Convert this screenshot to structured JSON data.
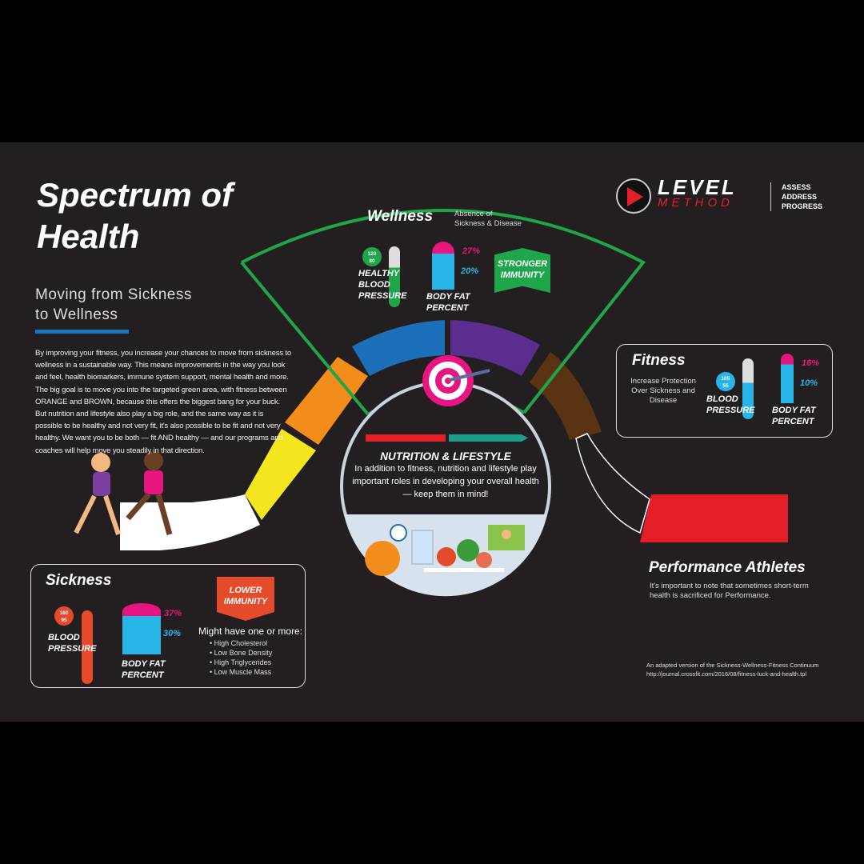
{
  "title": "Spectrum of Health",
  "title_line1": "Spectrum of",
  "title_line2": "Health",
  "subtitle_line1": "Moving from Sickness",
  "subtitle_line2": "to Wellness",
  "intro": "By improving your fitness, you increase your chances to move from sickness to wellness in a sustainable way. This means improvements in the way you look and feel, health biomarkers, immune system support, mental health and more. The big goal is to move you into the targeted green area, with fitness between ORANGE and BROWN, because this offers the biggest bang for your buck. But nutrition and lifestyle also play a big role, and the same way as it is possible to be healthy and not very fit, it's also possible to be fit and not very healthy. We want you to be both — fit AND healthy — and our programs and coaches will help move you steadily in that direction.",
  "logo": {
    "line1": "LEVEL",
    "line2": "METHOD",
    "tag1": "ASSESS",
    "tag2": "ADDRESS",
    "tag3": "PROGRESS"
  },
  "wellness": {
    "title": "Wellness",
    "desc1": "Absence of",
    "desc2": "Sickness & Disease",
    "bp_top": "120",
    "bp_bottom": "80",
    "bp_label1": "HEALTHY",
    "bp_label2": "BLOOD",
    "bp_label3": "PRESSURE",
    "fat_high": "27%",
    "fat_low": "20%",
    "fat_label1": "BODY FAT",
    "fat_label2": "PERCENT",
    "immunity1": "STRONGER",
    "immunity2": "IMMUNITY"
  },
  "fitness": {
    "title": "Fitness",
    "desc": "Increase Protection Over Sickness and Disease",
    "bp_top": "105",
    "bp_bottom": "55",
    "bp_label1": "BLOOD",
    "bp_label2": "PRESSURE",
    "fat_high": "16%",
    "fat_low": "10%",
    "fat_label1": "BODY FAT",
    "fat_label2": "PERCENT"
  },
  "sickness": {
    "title": "Sickness",
    "bp_top": "160",
    "bp_bottom": "95",
    "bp_label1": "BLOOD",
    "bp_label2": "PRESSURE",
    "fat_high": "37%",
    "fat_low": "30%",
    "fat_label1": "BODY FAT",
    "fat_label2": "PERCENT",
    "immunity1": "LOWER",
    "immunity2": "IMMUNITY",
    "might": "Might have one or more:",
    "list": [
      "• High Cholesterol",
      "• Low Bone Density",
      "• High Triglycerides",
      "• Low Muscle Mass"
    ]
  },
  "nutrition": {
    "title": "NUTRITION & LIFESTYLE",
    "text": "In addition to fitness, nutrition and lifestyle play important roles in developing your overall health — keep them in mind!"
  },
  "performance": {
    "title": "Performance Athletes",
    "text": "It's important to note that sometimes short-term health is sacrificed for Performance."
  },
  "credit": {
    "line1": "An adapted version of the Sickness-Wellness-Fitness Continuum",
    "line2": "http://journal.crossfit.com/2016/08/fitness-luck-and-health.tpl"
  },
  "colors": {
    "green": "#1fa54a",
    "blue": "#1b6fb8",
    "purple": "#5b2d8e",
    "brown": "#5a3312",
    "orange": "#f28c1a",
    "yellow": "#f4e61e",
    "red": "#e41e26",
    "pink": "#e6157f",
    "cyan": "#27b4e6"
  }
}
